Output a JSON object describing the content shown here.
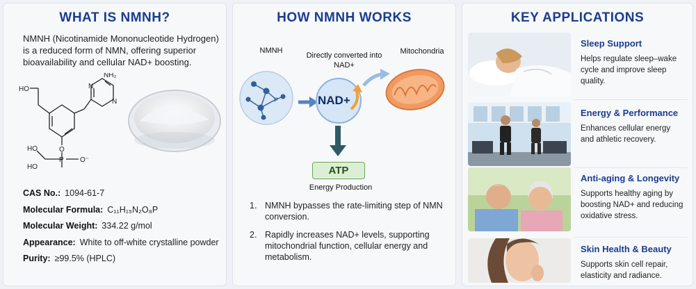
{
  "what": {
    "title": "WHAT IS NMNH?",
    "intro": "NMNH (Nicotinamide Mononucleotide Hydrogen) is a reduced form of NMN, offering superior bioavailability and cellular NAD+ boosting.",
    "structure_labels": {
      "ho_top": "HO",
      "ho_left": "HO",
      "ho_bottom": "HO",
      "p": "P",
      "o1": "O",
      "o_minus": "O⁻",
      "nh2": "NH₂",
      "n1": "N",
      "n2": "N"
    },
    "props": [
      {
        "label": "CAS No.:",
        "value": "1094-61-7"
      },
      {
        "label": "Molecular Formula:",
        "value": "C₁₁H₁₅N₂O₈P"
      },
      {
        "label": "Molecular Weight:",
        "value": "334.22 g/mol"
      },
      {
        "label": "Appearance:",
        "value": "White to off-white crystalline powder"
      },
      {
        "label": "Purity:",
        "value": "≥99.5% (HPLC)"
      }
    ]
  },
  "how": {
    "title": "HOW NMNH WORKS",
    "nmnh_label": "NMNH",
    "converted_label": "Directly converted into NAD+",
    "mito_label": "Mitochondria",
    "nad_label": "NAD+",
    "p_label": "P",
    "atp_label": "ATP",
    "energy_label": "Energy Production",
    "steps": [
      {
        "num": "1.",
        "text": "NMNH bypasses the rate-limiting step of NMN conversion."
      },
      {
        "num": "2.",
        "text": "Rapidly increases NAD+ levels, supporting mitochondrial function, cellular energy and metabolism."
      }
    ]
  },
  "apps": {
    "title": "KEY APPLICATIONS",
    "items": [
      {
        "name": "Sleep Support",
        "desc": "Helps regulate sleep–wake cycle and improve sleep quality."
      },
      {
        "name": "Energy & Performance",
        "desc": "Enhances cellular energy and athletic recovery."
      },
      {
        "name": "Anti-aging & Longevity",
        "desc": "Supports healthy aging by boosting NAD+ and reducing oxidative stress."
      },
      {
        "name": "Skin Health & Beauty",
        "desc": "Supports skin cell repair, elasticity and radiance."
      }
    ]
  },
  "colors": {
    "title_blue": "#1b3d8f",
    "atp_green": "#dcefd4",
    "arrow_teal": "#2e5a66",
    "mito_orange": "#f09a62"
  }
}
